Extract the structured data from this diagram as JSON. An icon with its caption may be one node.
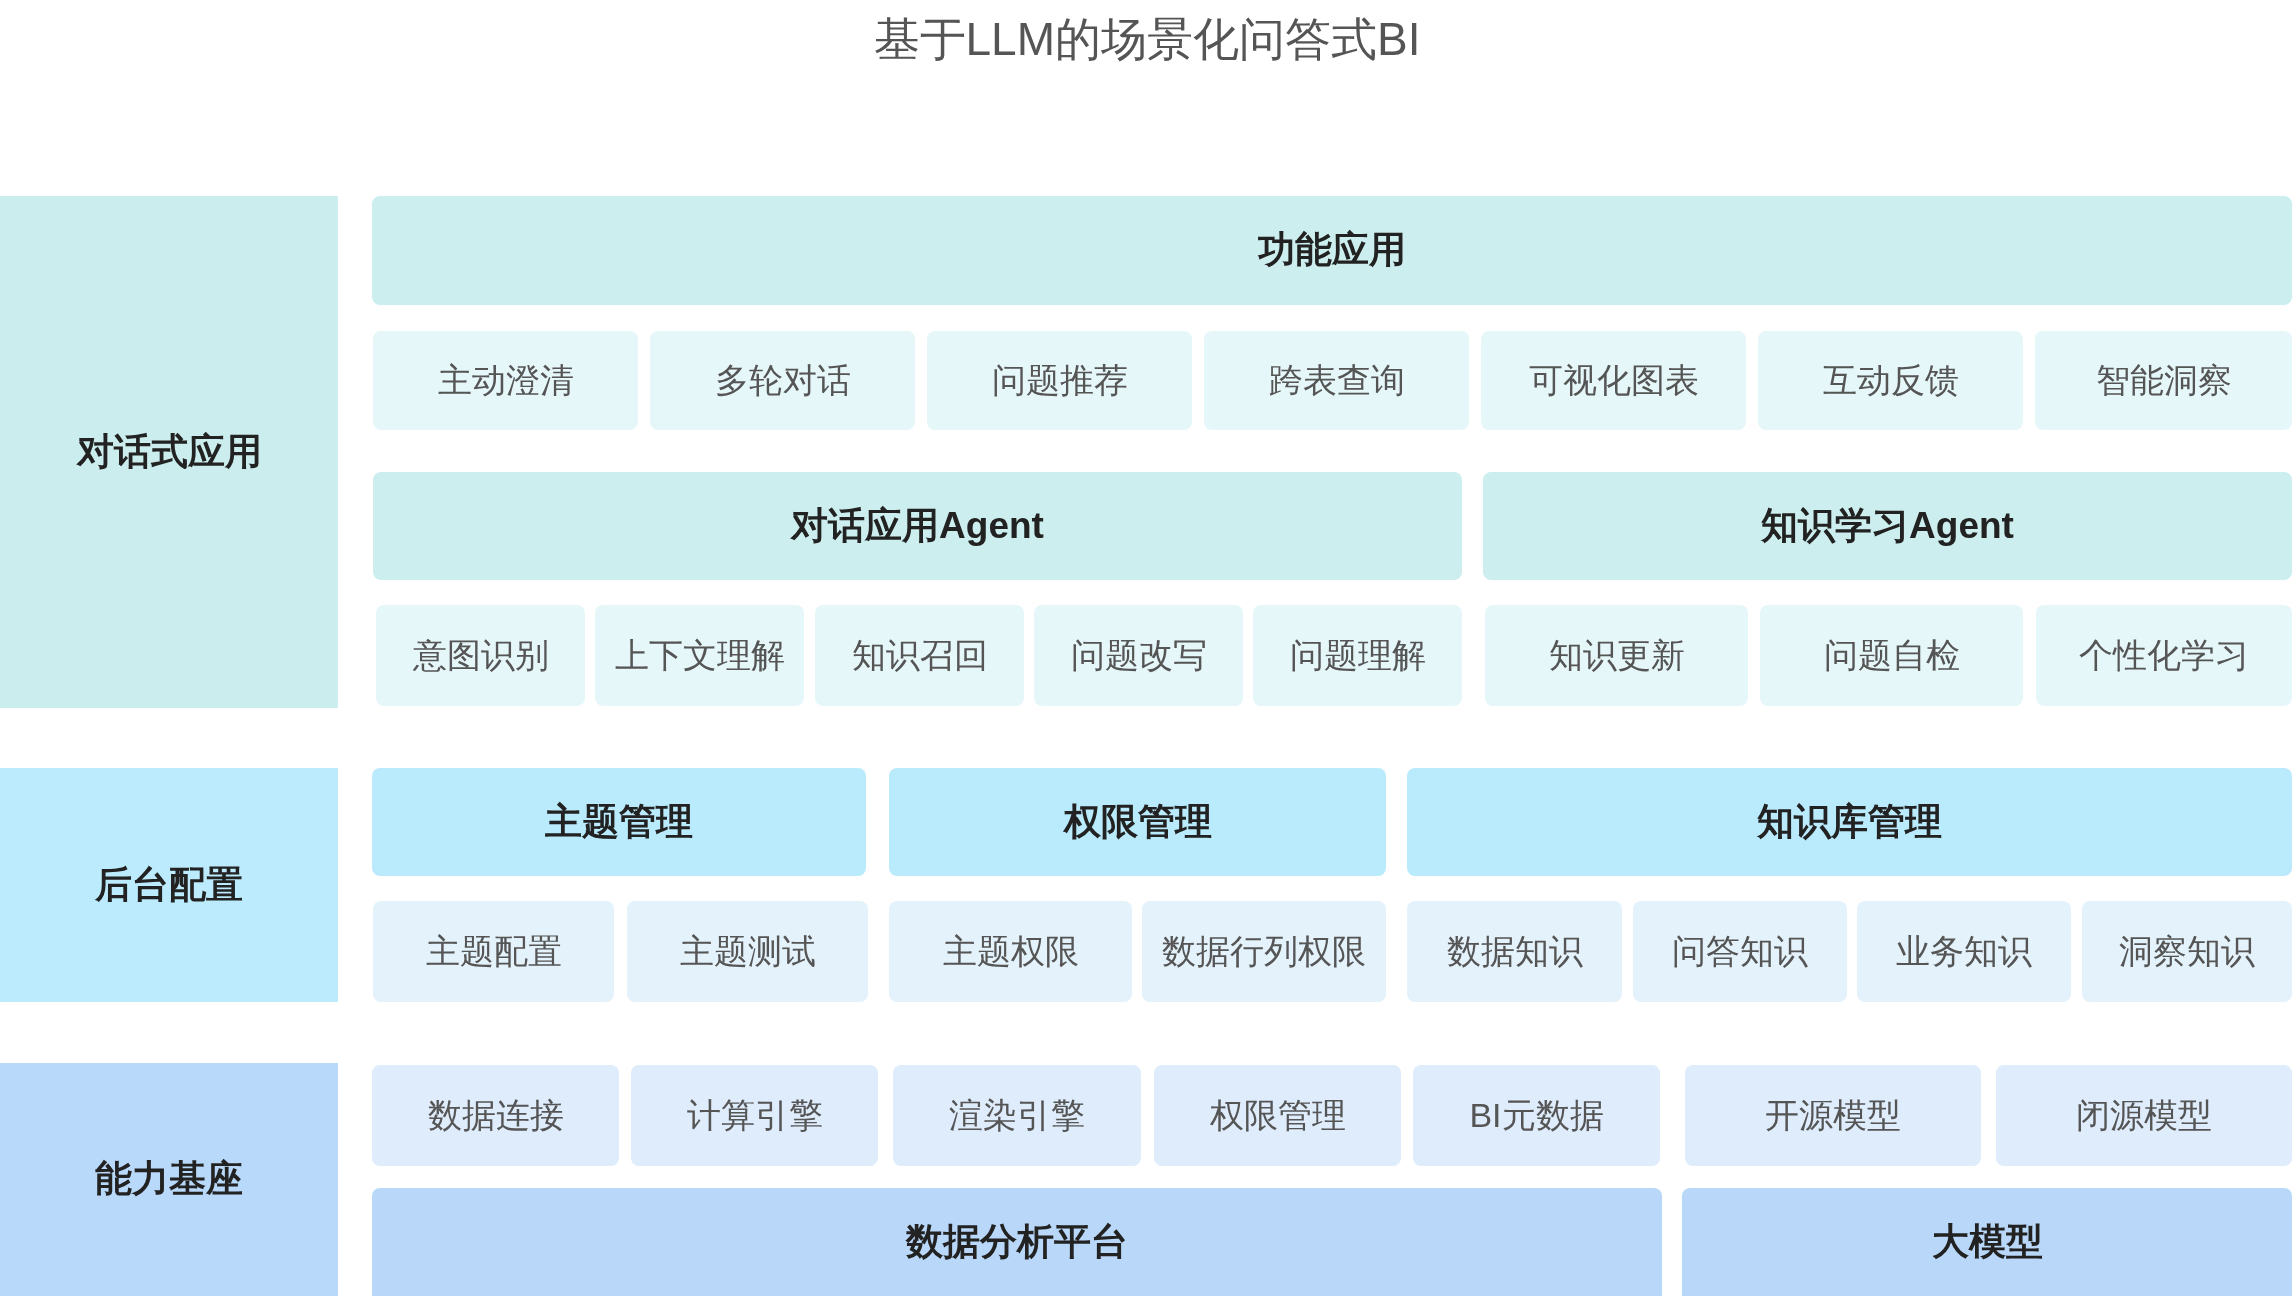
{
  "diagram": {
    "title": "基于LLM的场景化问答式BI",
    "nodes": [
      {
        "text": [
          "对话式应用"
        ]
      },
      {
        "text": [
          "功能应用"
        ]
      },
      {
        "text": [
          "主动澄清"
        ]
      },
      {
        "text": [
          "多轮对话"
        ]
      },
      {
        "text": [
          "问题推荐"
        ]
      },
      {
        "text": [
          "跨表查询"
        ]
      },
      {
        "text": [
          "可视化图表"
        ]
      },
      {
        "text": [
          "互动反馈"
        ]
      },
      {
        "text": [
          "智能洞察"
        ]
      },
      {
        "text": [
          "对话应用Agent"
        ]
      },
      {
        "text": [
          "知识学习Agent"
        ]
      },
      {
        "text": [
          "意图识别"
        ]
      },
      {
        "text": [
          "上下文理解"
        ]
      },
      {
        "text": [
          "知识召回"
        ]
      },
      {
        "text": [
          "问题改写"
        ]
      },
      {
        "text": [
          "问题理解"
        ]
      },
      {
        "text": [
          "知识更新"
        ]
      },
      {
        "text": [
          "问题自检"
        ]
      },
      {
        "text": [
          "个性化学习"
        ]
      },
      {
        "text": [
          "后台配置"
        ]
      },
      {
        "text": [
          "主题管理"
        ]
      },
      {
        "text": [
          "权限管理"
        ]
      },
      {
        "text": [
          "知识库管理"
        ]
      },
      {
        "text": [
          "主题配置"
        ]
      },
      {
        "text": [
          "主题测试"
        ]
      },
      {
        "text": [
          "主题权限"
        ]
      },
      {
        "text": [
          "数据行列权限"
        ]
      },
      {
        "text": [
          "数据知识"
        ]
      },
      {
        "text": [
          "问答知识"
        ]
      },
      {
        "text": [
          "业务知识"
        ]
      },
      {
        "text": [
          "洞察知识"
        ]
      },
      {
        "text": [
          "能力基座"
        ]
      },
      {
        "text": [
          "数据连接"
        ]
      },
      {
        "text": [
          "计算引擎"
        ]
      },
      {
        "text": [
          "渲染引擎"
        ]
      },
      {
        "text": [
          "权限管理"
        ]
      },
      {
        "text": [
          "BI元数据"
        ]
      },
      {
        "text": [
          "开源模型"
        ]
      },
      {
        "text": [
          "闭源模型"
        ]
      },
      {
        "text": [
          "数据分析平台"
        ]
      },
      {
        "text": [
          "大模型"
        ]
      }
    ]
  }
}
